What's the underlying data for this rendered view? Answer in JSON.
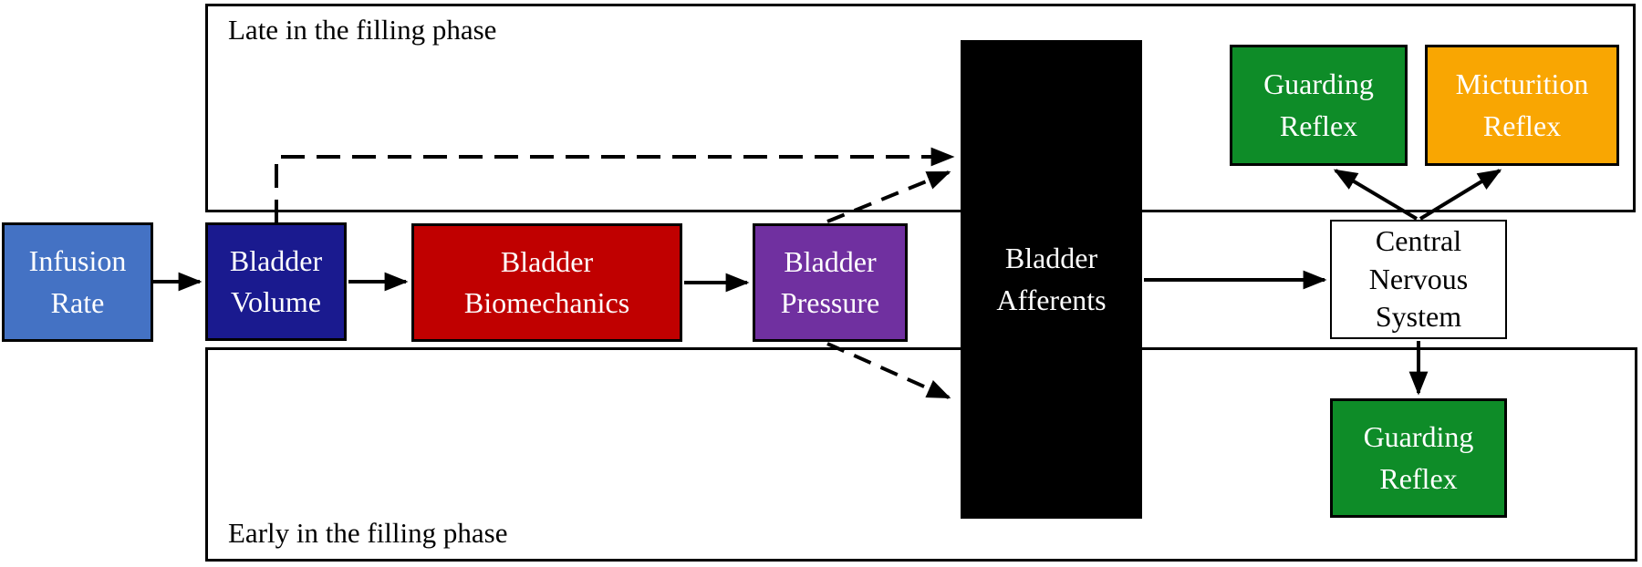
{
  "diagram": {
    "regions": {
      "late_phase": {
        "label": "Late in the filling phase"
      },
      "early_phase": {
        "label": "Early in the filling phase"
      }
    },
    "nodes": {
      "infusion_rate": {
        "label": "Infusion Rate",
        "lines": [
          "Infusion",
          "Rate"
        ],
        "fill": "#4472C4",
        "text_color": "#FFFFFF"
      },
      "bladder_volume": {
        "label": "Bladder Volume",
        "lines": [
          "Bladder",
          "Volume"
        ],
        "fill": "#1A1A8F",
        "text_color": "#FFFFFF"
      },
      "bladder_biomechanics": {
        "label": "Bladder Biomechanics",
        "lines": [
          "Bladder",
          "Biomechanics"
        ],
        "fill": "#C00000",
        "text_color": "#FFFFFF"
      },
      "bladder_pressure": {
        "label": "Bladder Pressure",
        "lines": [
          "Bladder",
          "Pressure"
        ],
        "fill": "#7030A0",
        "text_color": "#FFFFFF"
      },
      "bladder_afferents": {
        "label": "Bladder Afferents",
        "lines": [
          "Bladder",
          "Afferents"
        ],
        "fill": "#000000",
        "text_color": "#FFFFFF"
      },
      "central_nervous_system": {
        "label": "Central Nervous System",
        "lines": [
          "Central",
          "Nervous",
          "System"
        ],
        "fill": "#FFFFFF",
        "text_color": "#000000"
      },
      "guarding_reflex_late": {
        "label": "Guarding Reflex",
        "lines": [
          "Guarding",
          "Reflex"
        ],
        "fill": "#0E8C28",
        "text_color": "#FFFFFF"
      },
      "micturition_reflex": {
        "label": "Micturition Reflex",
        "lines": [
          "Micturition",
          "Reflex"
        ],
        "fill": "#F9A602",
        "text_color": "#FFFFFF"
      },
      "guarding_reflex_early": {
        "label": "Guarding Reflex",
        "lines": [
          "Guarding",
          "Reflex"
        ],
        "fill": "#0E8C28",
        "text_color": "#FFFFFF"
      }
    },
    "edges": [
      {
        "from": "infusion_rate",
        "to": "bladder_volume",
        "style": "solid"
      },
      {
        "from": "bladder_volume",
        "to": "bladder_biomechanics",
        "style": "solid"
      },
      {
        "from": "bladder_biomechanics",
        "to": "bladder_pressure",
        "style": "solid"
      },
      {
        "from": "bladder_afferents",
        "to": "central_nervous_system",
        "style": "solid"
      },
      {
        "from": "central_nervous_system",
        "to": "guarding_reflex_late",
        "style": "solid"
      },
      {
        "from": "central_nervous_system",
        "to": "micturition_reflex",
        "style": "solid"
      },
      {
        "from": "central_nervous_system",
        "to": "guarding_reflex_early",
        "style": "solid"
      },
      {
        "from": "bladder_volume",
        "to": "bladder_afferents",
        "style": "dashed",
        "region": "late_phase"
      },
      {
        "from": "bladder_pressure",
        "to": "bladder_afferents",
        "style": "dashed",
        "region": "late_phase"
      },
      {
        "from": "bladder_pressure",
        "to": "bladder_afferents",
        "style": "dashed",
        "region": "early_phase"
      }
    ],
    "line_color": "#000000",
    "background": "#FFFFFF"
  }
}
